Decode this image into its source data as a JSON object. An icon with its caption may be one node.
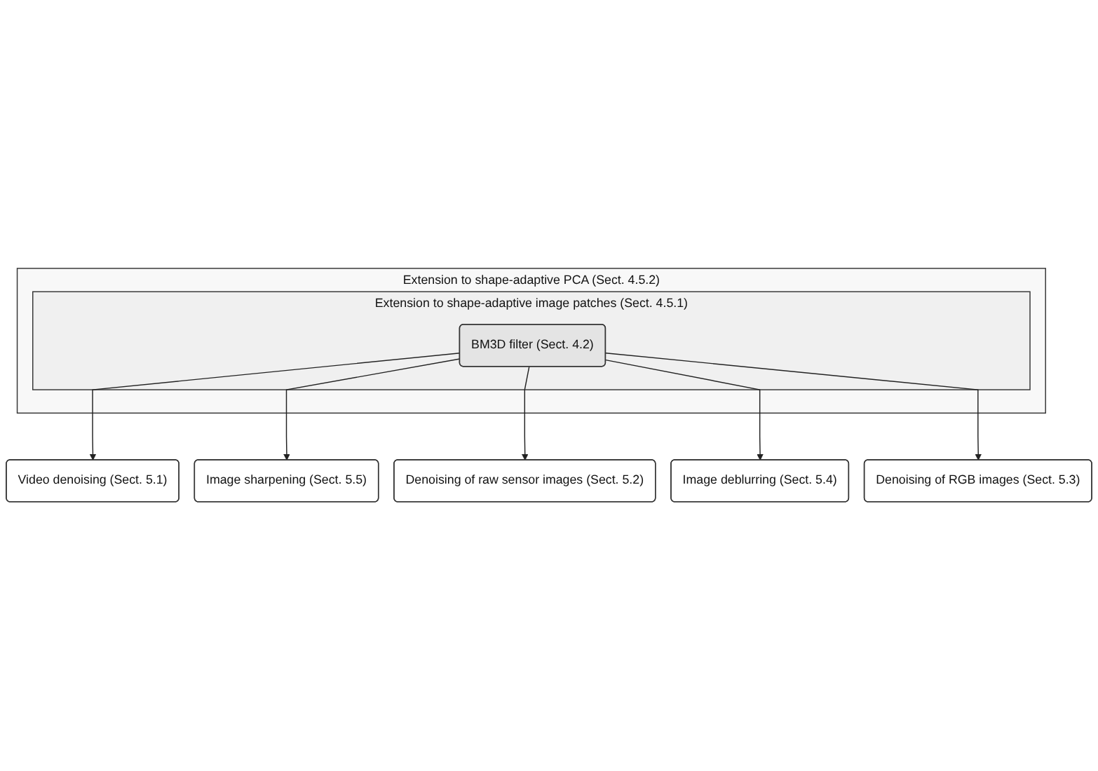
{
  "diagram": {
    "nodes": [
      {
        "text": [
          "Extension to shape-adaptive PCA (Sect. 4.5.2)"
        ]
      },
      {
        "text": [
          "Extension to shape-adaptive image patches (Sect. 4.5.1)"
        ],
        "in": 0
      },
      {
        "text": [
          "BM3D filter (Sect. 4.2)"
        ],
        "in": 1
      },
      {
        "text": [
          "Video denoising (Sect. 5.1)"
        ]
      },
      {
        "text": [
          "Image sharpening (Sect. 5.5)"
        ]
      },
      {
        "text": [
          "Denoising of raw sensor images (Sect. 5.2)"
        ]
      },
      {
        "text": [
          "Image deblurring (Sect. 5.4)"
        ]
      },
      {
        "text": [
          "Denoising of RGB images (Sect. 5.3)"
        ]
      }
    ],
    "edges": [
      {
        "from": 2,
        "to": 3,
        "arrow": "to"
      },
      {
        "from": 2,
        "to": 4,
        "arrow": "to"
      },
      {
        "from": 2,
        "to": 5,
        "arrow": "to"
      },
      {
        "from": 2,
        "to": 6,
        "arrow": "to"
      },
      {
        "from": 2,
        "to": 7,
        "arrow": "to"
      }
    ]
  }
}
